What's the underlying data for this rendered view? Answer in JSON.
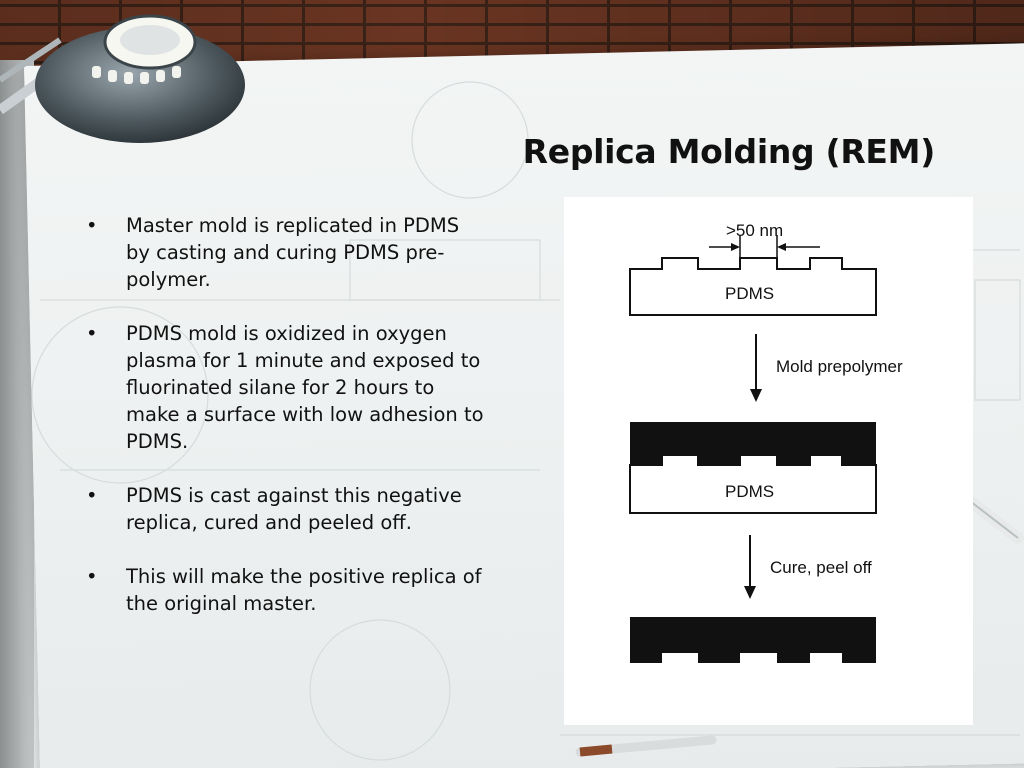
{
  "slide": {
    "title": "Replica Molding (REM)",
    "bullets": [
      {
        "marker": "•",
        "text": "Master mold is replicated in PDMS by casting and curing PDMS pre-polymer."
      },
      {
        "marker": "•",
        "text": "PDMS mold is oxidized in oxygen plasma for 1 minute and exposed to fluorinated silane for 2 hours to make a surface with low adhesion to PDMS."
      },
      {
        "marker": "•",
        "text": "PDMS is cast against this negative replica, cured and peeled off."
      },
      {
        "marker": "•",
        "text": "This will make the positive replica of the original master."
      }
    ]
  },
  "diagram": {
    "dimension_label": ">50 nm",
    "layer_label_1": "PDMS",
    "step_1_label": "Mold prepolymer",
    "layer_label_2": "PDMS",
    "step_2_label": "Cure, peel off"
  },
  "background": {
    "icons": [
      "desk-lamp-icon",
      "pen-icon",
      "pencil-icon"
    ],
    "colors": {
      "brick": "#6a3522",
      "mortar": "#3a2217",
      "paper": "#f1f3f3",
      "panel": "#ffffff",
      "text": "#111111"
    }
  }
}
